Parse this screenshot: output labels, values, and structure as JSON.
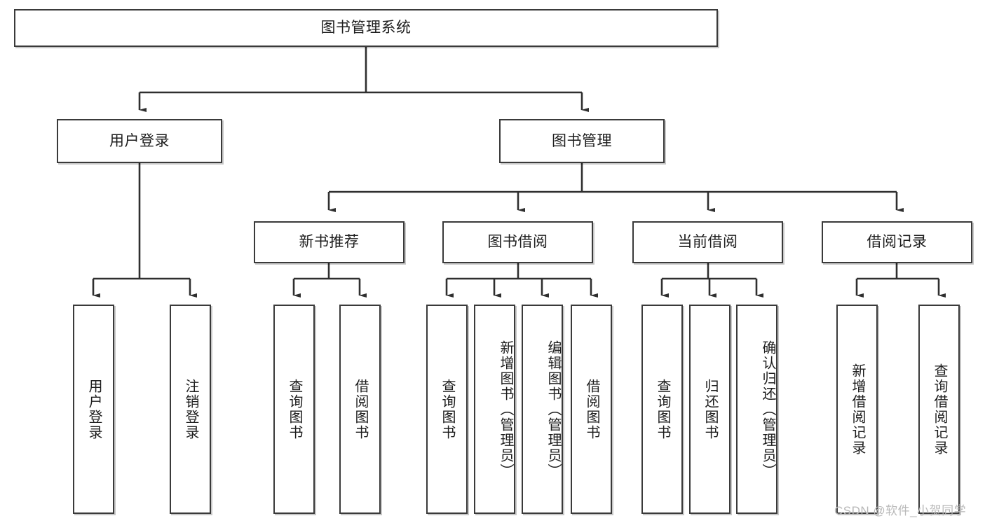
{
  "diagram": {
    "title": "图书管理系统",
    "type": "tree-hierarchy-diagram",
    "root": {
      "label": "图书管理系统"
    },
    "level2": [
      {
        "label": "用户登录"
      },
      {
        "label": "图书管理"
      }
    ],
    "level3": [
      {
        "label": "新书推荐"
      },
      {
        "label": "图书借阅"
      },
      {
        "label": "当前借阅"
      },
      {
        "label": "借阅记录"
      }
    ],
    "leaves": [
      {
        "label": "用户登录",
        "parent": "用户登录"
      },
      {
        "label": "注销登录",
        "parent": "用户登录"
      },
      {
        "label": "查询图书",
        "parent": "新书推荐"
      },
      {
        "label": "借阅图书",
        "parent": "新书推荐"
      },
      {
        "label": "查询图书",
        "parent": "图书借阅"
      },
      {
        "label": "新增图书（管理员）",
        "parent": "图书借阅"
      },
      {
        "label": "编辑图书（管理员）",
        "parent": "图书借阅"
      },
      {
        "label": "借阅图书",
        "parent": "图书借阅"
      },
      {
        "label": "查询图书",
        "parent": "当前借阅"
      },
      {
        "label": "归还图书",
        "parent": "当前借阅"
      },
      {
        "label": "确认归还（管理员）",
        "parent": "当前借阅"
      },
      {
        "label": "新增借阅记录",
        "parent": "借阅记录"
      },
      {
        "label": "查询借阅记录",
        "parent": "借阅记录"
      }
    ],
    "watermark": "CSDN @软件_小贺同学",
    "colors": {
      "border": "#3a3a3a",
      "fill": "#ffffff",
      "text": "#1d1d1d",
      "connector": "#2f2f2f",
      "watermark": "#b8b8b8"
    }
  }
}
